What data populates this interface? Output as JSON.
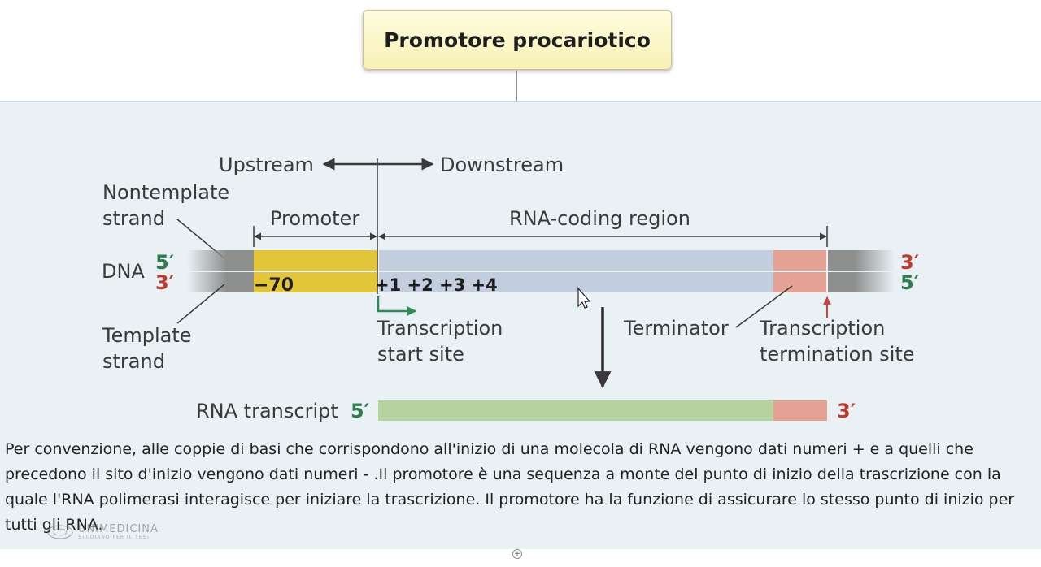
{
  "title": "Promotore procariotico",
  "diagram": {
    "upstream": "Upstream",
    "downstream": "Downstream",
    "nontemplate_line1": "Nontemplate",
    "nontemplate_line2": "strand",
    "template_line1": "Template",
    "template_line2": "strand",
    "promoter": "Promoter",
    "rna_coding_region": "RNA-coding region",
    "dna": "DNA",
    "top_left_end": "5′",
    "bottom_left_end": "3′",
    "top_right_end": "3′",
    "bottom_right_end": "5′",
    "minus70": "−70",
    "positions": "+1 +2 +3 +4",
    "start_site_line1": "Transcription",
    "start_site_line2": "start site",
    "terminator": "Terminator",
    "termination_line1": "Transcription",
    "termination_line2": "termination site",
    "rna_transcript": "RNA transcript",
    "rna_left_end": "5′",
    "rna_right_end": "3′"
  },
  "colors": {
    "promoter": "#e3c53a",
    "coding": "#c2cedd",
    "terminator": "#e5a193",
    "flank": "#8d8f8e",
    "rna": "#b5d39e",
    "five_prime": "#2e7d4f",
    "three_prime": "#c0392b"
  },
  "caption": "Per convenzione, alle coppie di basi che corrispondono all'inizio di una molecola di RNA vengono dati numeri + e a quelli che precedono il sito d'inizio vengono dati numeri - .Il promotore è una sequenza a monte del punto di inizio della trascrizione con la quale l'RNA polimerasi interagisce per iniziare la trascrizione. Il promotore ha la funzione di assicurare lo stesso punto di inizio per tutti gli RNA.",
  "watermark": {
    "text": "UNIMEDICINA",
    "subtext": "STUDIANO PER IL TEST"
  },
  "icons": {
    "cursor": "mouse-cursor-icon",
    "expand": "expand-icon"
  }
}
